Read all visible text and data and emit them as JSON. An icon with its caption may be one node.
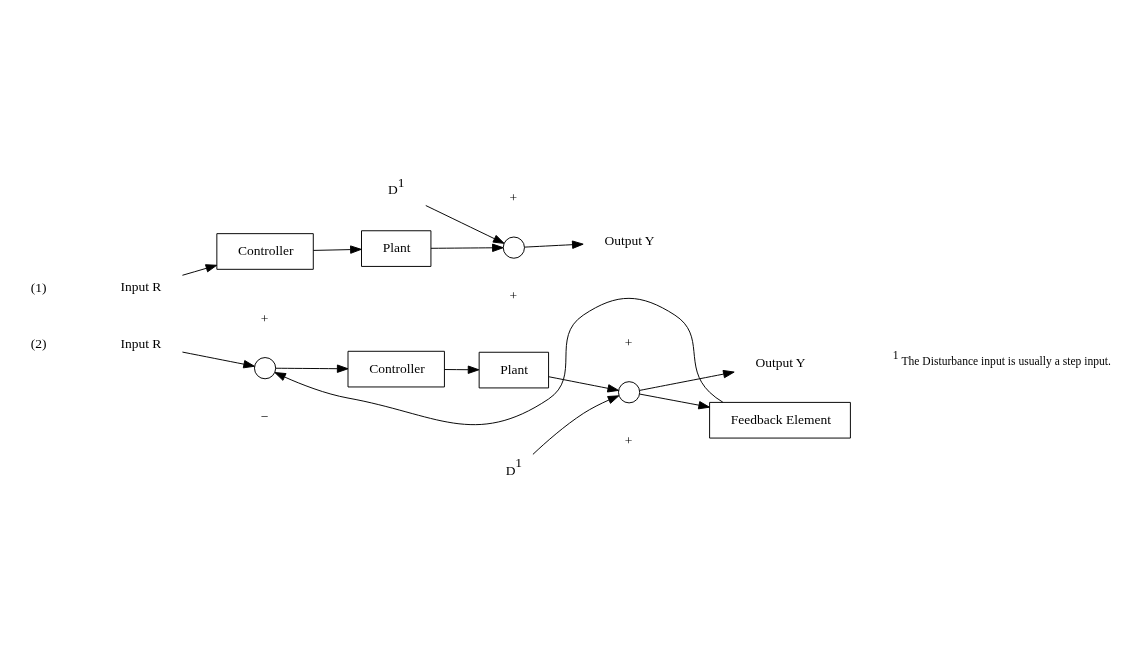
{
  "diagram": {
    "nodes": [
      {
        "text": [
          "Input R"
        ]
      },
      {
        "text": [
          "Controller"
        ]
      },
      {
        "text": [
          "Plant"
        ]
      },
      {
        "text": [],
        "shape": "circle"
      },
      {
        "text": [
          "D$^{1}$"
        ]
      },
      {
        "text": [
          "Output Y"
        ]
      },
      {
        "text": [
          "Input R"
        ]
      },
      {
        "text": [],
        "shape": "circle"
      },
      {
        "text": [
          "Controller"
        ]
      },
      {
        "text": [
          "Plant"
        ]
      },
      {
        "text": [],
        "shape": "circle"
      },
      {
        "text": [
          "D$^{1}$"
        ]
      },
      {
        "text": [
          "Output Y"
        ]
      },
      {
        "text": [
          "Feedback Element"
        ]
      }
    ],
    "edges": [
      {
        "from": 0,
        "to": 1,
        "arrow": "to"
      },
      {
        "from": 1,
        "to": 2,
        "arrow": "to"
      },
      {
        "from": 2,
        "to": 3,
        "arrow": "to"
      },
      {
        "from": 4,
        "to": 3,
        "arrow": "to"
      },
      {
        "from": 3,
        "to": 5,
        "arrow": "to"
      },
      {
        "from": 6,
        "to": 7,
        "arrow": "to"
      },
      {
        "from": 7,
        "to": 8,
        "arrow": "to"
      },
      {
        "from": 8,
        "to": 9,
        "arrow": "to"
      },
      {
        "from": 9,
        "to": 10,
        "arrow": "to"
      },
      {
        "from": 11,
        "to": 10,
        "arrow": "to"
      },
      {
        "from": 10,
        "to": 12,
        "arrow": "to"
      },
      {
        "from": 10,
        "to": 13,
        "arrow": "to"
      },
      {
        "from": 13,
        "to": 7,
        "arrow": "to"
      }
    ],
    "labels": [
      "(1)",
      "+",
      "+",
      "(2)",
      "+",
      "−",
      "+",
      "+",
      "$^{1}$ The Disturbance input is usually a step input."
    ]
  }
}
